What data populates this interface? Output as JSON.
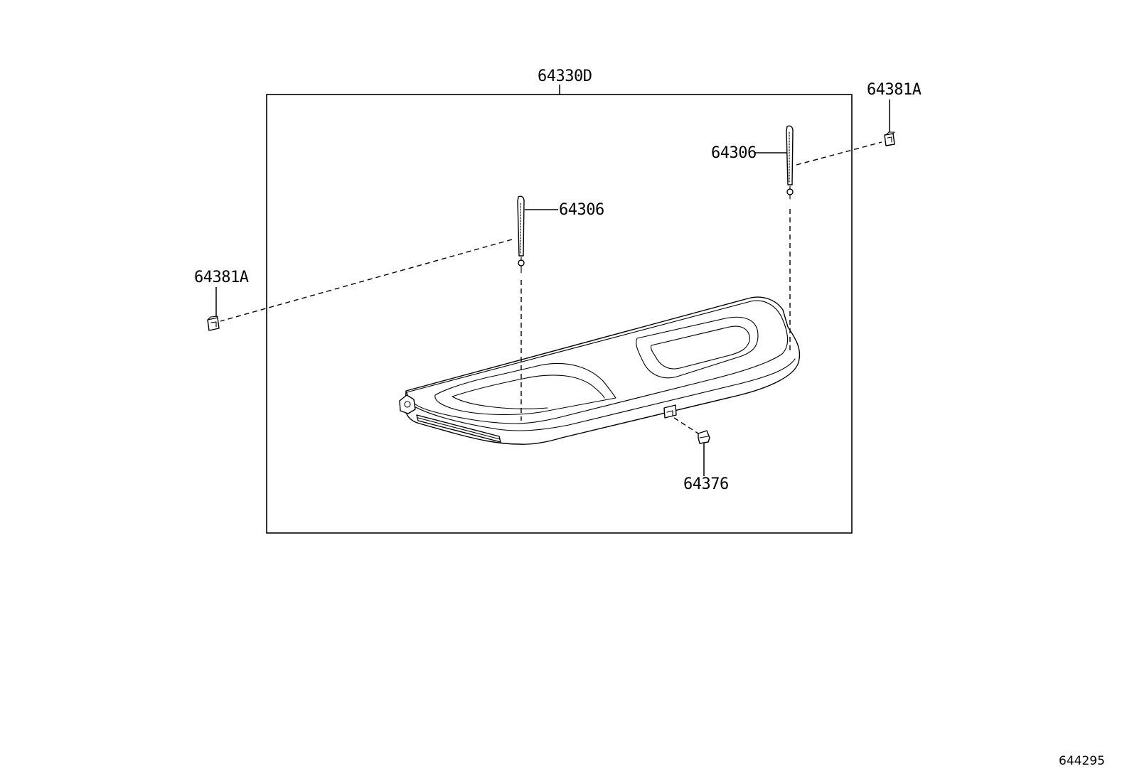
{
  "diagram": {
    "reference_code": "644295",
    "callouts": {
      "assembly": "64330D",
      "hook_top_right": "64381A",
      "hook_left": "64381A",
      "string_right": "64306",
      "string_center": "64306",
      "clip_bottom": "64376"
    }
  }
}
